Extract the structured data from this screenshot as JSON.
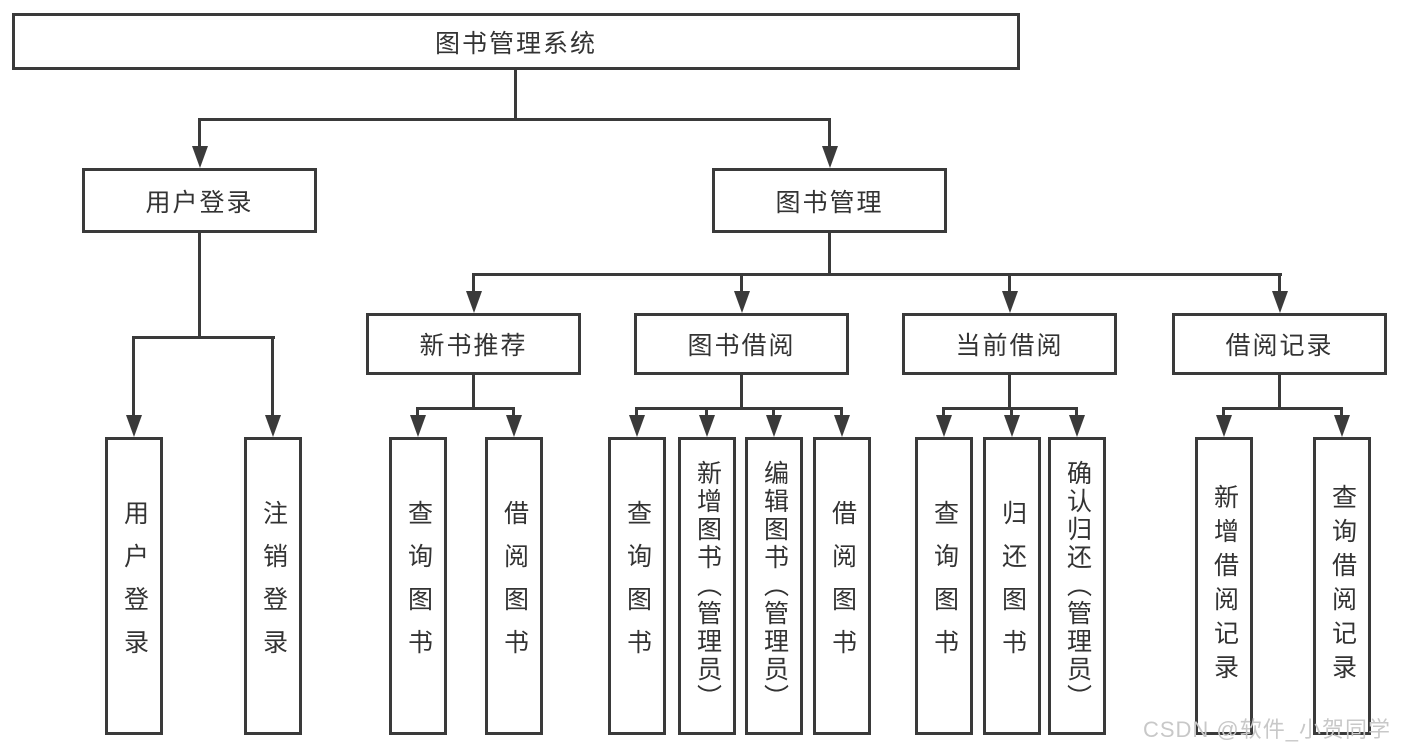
{
  "tree": {
    "root": {
      "label": "图书管理系统"
    },
    "level2": [
      {
        "label": "用户登录",
        "children": [
          {
            "label": "用户登录"
          },
          {
            "label": "注销登录"
          }
        ]
      },
      {
        "label": "图书管理",
        "children": [
          {
            "label": "新书推荐",
            "children": [
              {
                "label": "查询图书"
              },
              {
                "label": "借阅图书"
              }
            ]
          },
          {
            "label": "图书借阅",
            "children": [
              {
                "label": "查询图书"
              },
              {
                "label": "新增图书（管理员）"
              },
              {
                "label": "编辑图书（管理员）"
              },
              {
                "label": "借阅图书"
              }
            ]
          },
          {
            "label": "当前借阅",
            "children": [
              {
                "label": "查询图书"
              },
              {
                "label": "归还图书"
              },
              {
                "label": "确认归还（管理员）"
              }
            ]
          },
          {
            "label": "借阅记录",
            "children": [
              {
                "label": "新增借阅记录"
              },
              {
                "label": "查询借阅记录"
              }
            ]
          }
        ]
      }
    ]
  },
  "watermark": {
    "text": "CSDN @软件_小贺同学"
  },
  "colors": {
    "line": "#3a3a3a",
    "text": "#333333",
    "background": "#ffffff",
    "watermark": "#c8c8c8"
  }
}
